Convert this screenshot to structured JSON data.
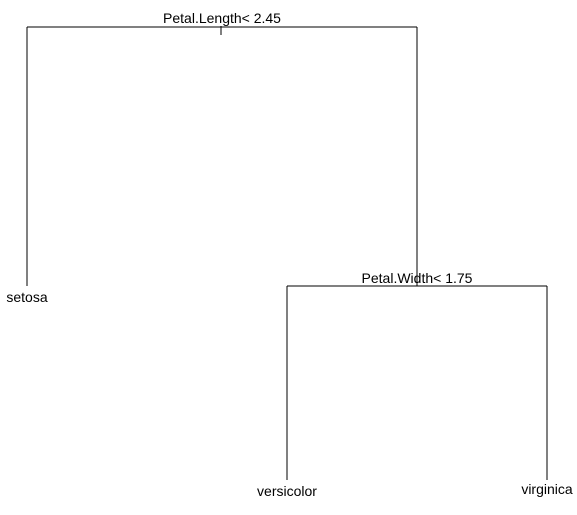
{
  "tree": {
    "root": {
      "split": "Petal.Length< 2.45",
      "left": {
        "leaf": "setosa"
      },
      "right": {
        "split": "Petal.Width< 1.75",
        "left": {
          "leaf": "versicolor"
        },
        "right": {
          "leaf": "virginica"
        }
      }
    }
  }
}
